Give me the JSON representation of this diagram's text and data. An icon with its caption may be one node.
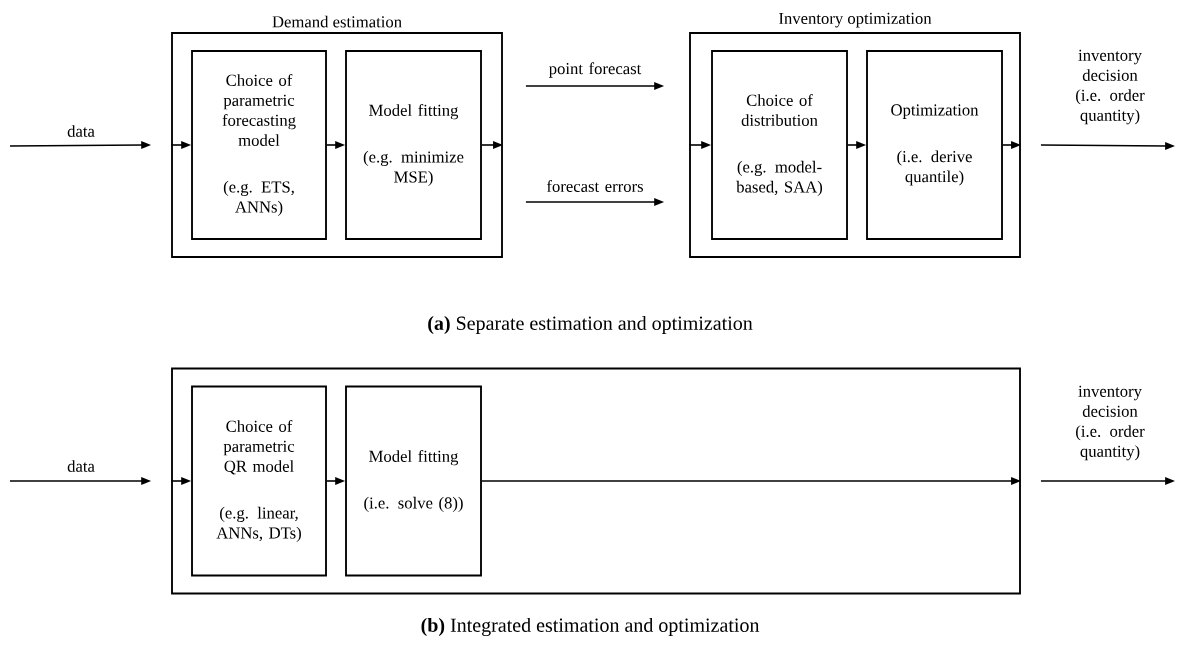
{
  "diagram": {
    "nodes": [
      {
        "text": [
          "Demand estimation"
        ]
      },
      {
        "text": [
          "Choice of parametric forecasting model",
          "(e.g. ETS, ANNs)"
        ],
        "in": 0
      },
      {
        "text": [
          "Model fitting",
          "(e.g. minimize MSE)"
        ],
        "in": 0
      },
      {
        "text": [
          "Inventory optimization"
        ]
      },
      {
        "text": [
          "Choice of distribution",
          "(e.g. model-based, SAA)"
        ],
        "in": 3
      },
      {
        "text": [
          "Optimization",
          "(i.e. derive quantile)"
        ],
        "in": 3
      },
      {
        "text": [],
        "shape": "box"
      },
      {
        "text": [
          "Choice of parametric QR model",
          "(e.g. linear, ANNs, DTs)"
        ],
        "in": 6
      },
      {
        "text": [
          "Model fitting",
          "(i.e. solve (8))"
        ],
        "in": 6
      }
    ],
    "edges": [
      {
        "from": null,
        "to": 0,
        "arrow": "to",
        "label": "data"
      },
      {
        "from": 0,
        "to": 1,
        "arrow": "to"
      },
      {
        "from": 1,
        "to": 2,
        "arrow": "to"
      },
      {
        "from": 2,
        "to": 0,
        "arrow": "to"
      },
      {
        "from": 0,
        "to": 3,
        "arrow": "to",
        "label": "point forecast"
      },
      {
        "from": 0,
        "to": 3,
        "arrow": "to",
        "label": "forecast errors"
      },
      {
        "from": 3,
        "to": 4,
        "arrow": "to"
      },
      {
        "from": 4,
        "to": 5,
        "arrow": "to"
      },
      {
        "from": 5,
        "to": 3,
        "arrow": "to"
      },
      {
        "from": 3,
        "to": null,
        "arrow": "to",
        "label": "inventory decision (i.e. order quantity)"
      },
      {
        "from": null,
        "to": 6,
        "arrow": "to",
        "label": "data"
      },
      {
        "from": 6,
        "to": 7,
        "arrow": "to"
      },
      {
        "from": 7,
        "to": 8,
        "arrow": "to"
      },
      {
        "from": 8,
        "to": 6,
        "arrow": "to"
      },
      {
        "from": 6,
        "to": null,
        "arrow": "to",
        "label": "inventory decision (i.e. order quantity)"
      }
    ],
    "labels": [
      "**(a)** Separate estimation and optimization",
      "**(b)** Integrated estimation and optimization"
    ]
  }
}
